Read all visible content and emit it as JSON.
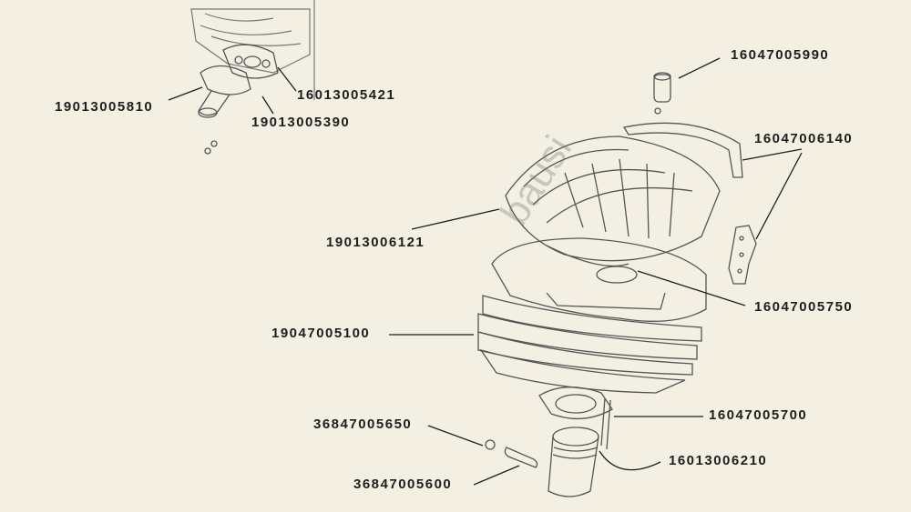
{
  "diagram": {
    "labels": {
      "intake_manifold": "19013005810",
      "manifold_gasket": "16013005421",
      "manifold_gasket_2": "19013005390",
      "wrist_pin_top": "16047005990",
      "head_clips": "16047006140",
      "cylinder_head": "19013006121",
      "head_gasket": "16047005750",
      "cylinder": "19047005100",
      "base_gasket": "16047005700",
      "circlip": "36847005650",
      "piston": "16013006210",
      "piston_pin": "36847005600"
    },
    "watermark": "bausi"
  },
  "colors": {
    "paper": "#f3efe3",
    "ink": "#1e1e1e",
    "line_art": "#6a6a6a"
  }
}
